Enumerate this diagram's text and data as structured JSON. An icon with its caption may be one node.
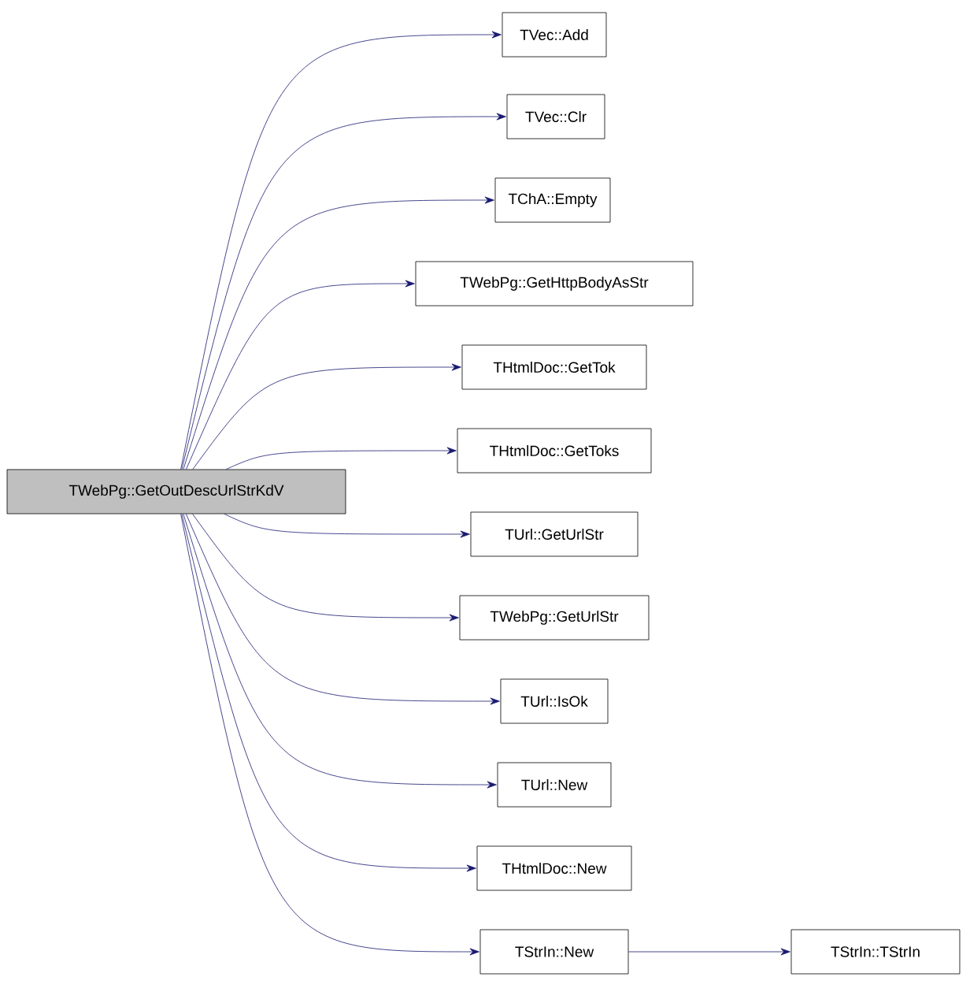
{
  "diagram": {
    "nodes": [
      {
        "text": [
          "TWebPg::GetOutDescUrlStrKdV"
        ]
      },
      {
        "text": [
          "TVec::Add"
        ]
      },
      {
        "text": [
          "TVec::Clr"
        ]
      },
      {
        "text": [
          "TChA::Empty"
        ]
      },
      {
        "text": [
          "TWebPg::GetHttpBodyAsStr"
        ]
      },
      {
        "text": [
          "THtmlDoc::GetTok"
        ]
      },
      {
        "text": [
          "THtmlDoc::GetToks"
        ]
      },
      {
        "text": [
          "TUrl::GetUrlStr"
        ]
      },
      {
        "text": [
          "TWebPg::GetUrlStr"
        ]
      },
      {
        "text": [
          "TUrl::IsOk"
        ]
      },
      {
        "text": [
          "TUrl::New"
        ]
      },
      {
        "text": [
          "THtmlDoc::New"
        ]
      },
      {
        "text": [
          "TStrIn::New"
        ]
      },
      {
        "text": [
          "TStrIn::TStrIn"
        ]
      }
    ],
    "edges": [
      {
        "from": 0,
        "to": 1,
        "arrow": "to"
      },
      {
        "from": 0,
        "to": 2,
        "arrow": "to"
      },
      {
        "from": 0,
        "to": 3,
        "arrow": "to"
      },
      {
        "from": 0,
        "to": 4,
        "arrow": "to"
      },
      {
        "from": 0,
        "to": 5,
        "arrow": "to"
      },
      {
        "from": 0,
        "to": 6,
        "arrow": "to"
      },
      {
        "from": 0,
        "to": 7,
        "arrow": "to"
      },
      {
        "from": 0,
        "to": 8,
        "arrow": "to"
      },
      {
        "from": 0,
        "to": 9,
        "arrow": "to"
      },
      {
        "from": 0,
        "to": 10,
        "arrow": "to"
      },
      {
        "from": 0,
        "to": 11,
        "arrow": "to"
      },
      {
        "from": 0,
        "to": 12,
        "arrow": "to"
      },
      {
        "from": 12,
        "to": 13,
        "arrow": "to"
      }
    ]
  }
}
